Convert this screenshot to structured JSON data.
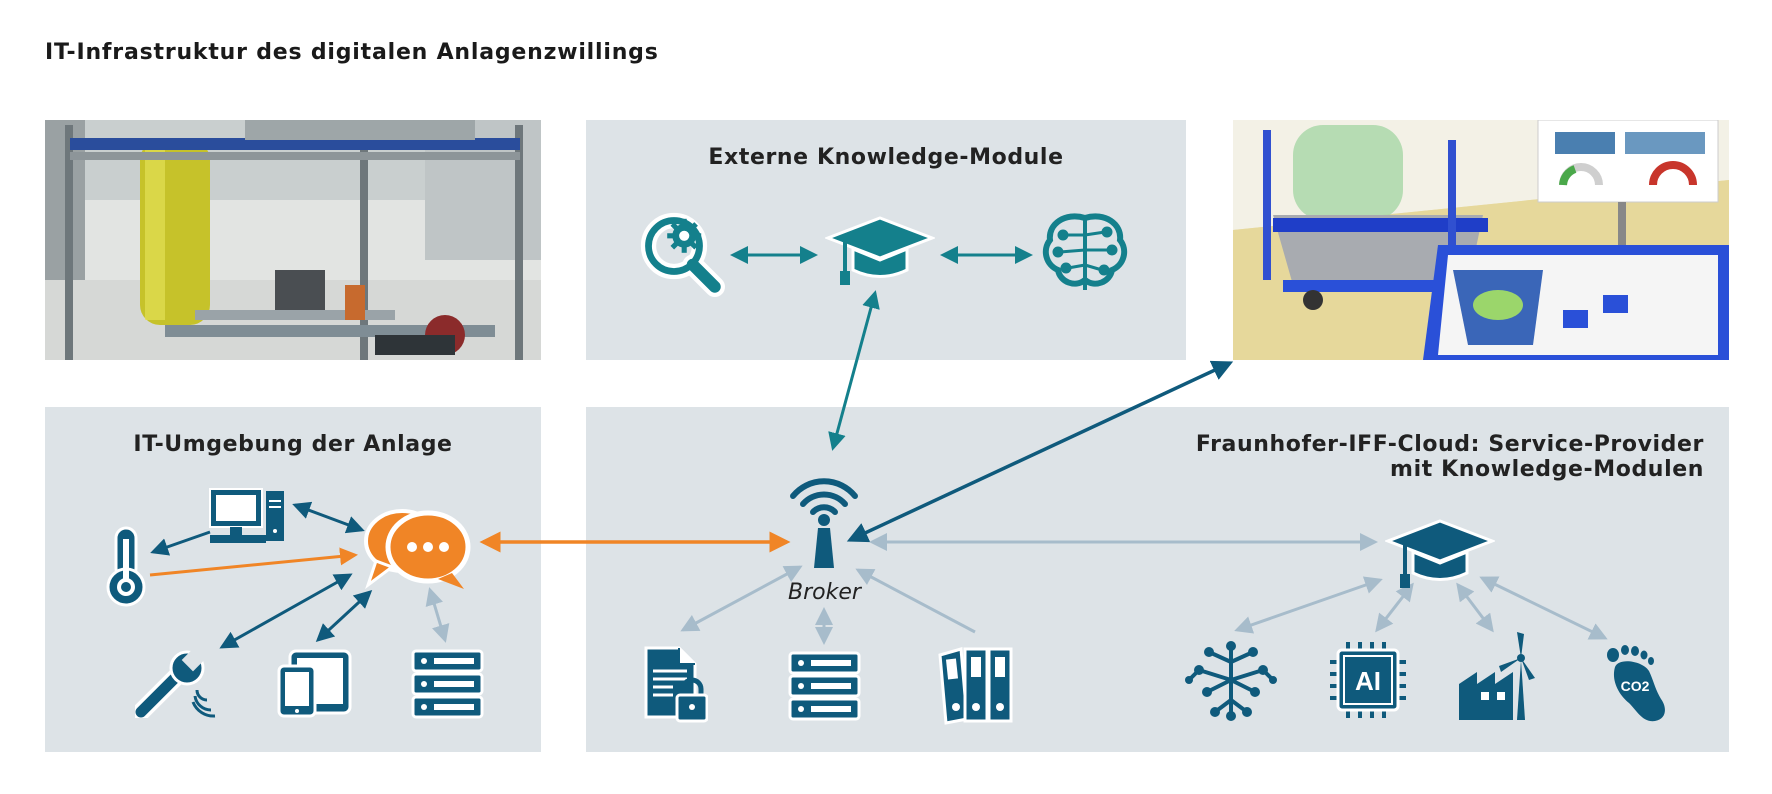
{
  "title": "IT-Infrastruktur des digitalen Anlagenzwillings",
  "panels": {
    "external": {
      "title": "Externe Knowledge-Module"
    },
    "plant": {
      "title": "IT-Umgebung der Anlage"
    },
    "cloud": {
      "title_line1": "Fraunhofer-IFF-Cloud: Service-Provider",
      "title_line2": "mit Knowledge-Modulen"
    }
  },
  "broker": {
    "label": "Broker"
  },
  "ai_chip": {
    "label": "AI"
  },
  "co2": {
    "label": "CO2"
  },
  "colors": {
    "dark_blue": "#0f5a7c",
    "teal": "#14808c",
    "orange": "#f08526",
    "light_blue": "#a7bccb",
    "panel": "#dde3e7"
  },
  "icons": {
    "external": [
      "search-gear-icon",
      "graduation-cap-icon",
      "brain-circuit-icon"
    ],
    "plant": [
      "thermometer-icon",
      "computer-icon",
      "chat-bubbles-icon",
      "wrench-sensor-icon",
      "tablet-icon",
      "server-icon"
    ],
    "broker_area": [
      "antenna-broker-icon",
      "locked-document-icon",
      "server-icon",
      "binders-icon"
    ],
    "cloud": [
      "graduation-cap-icon",
      "network-tree-icon",
      "ai-chip-icon",
      "factory-wind-icon",
      "co2-footprint-icon"
    ]
  }
}
